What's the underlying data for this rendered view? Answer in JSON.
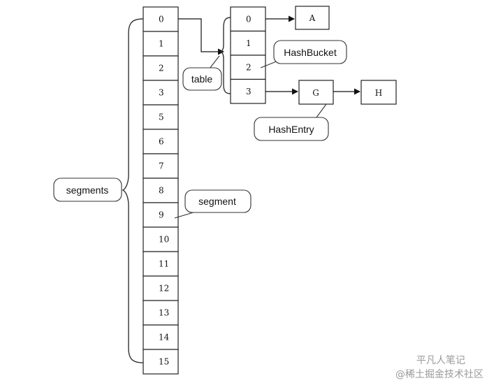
{
  "segments_array": {
    "cells": [
      "0",
      "1",
      "2",
      "3",
      "5",
      "6",
      "7",
      "8",
      "9",
      "10",
      "11",
      "12",
      "13",
      "14",
      "15"
    ]
  },
  "table_array": {
    "cells": [
      "0",
      "1",
      "2",
      "3"
    ]
  },
  "entries": {
    "a": "A",
    "g": "G",
    "h": "H"
  },
  "callouts": {
    "segments": "segments",
    "segment": "segment",
    "table": "table",
    "hashbucket": "HashBucket",
    "hashentry": "HashEntry"
  },
  "watermark": {
    "line1": "平凡人笔记",
    "line2": "@稀土掘金技术社区"
  },
  "colors": {
    "line": "#111111",
    "watermark": "#9a9a9a",
    "background": "#ffffff"
  }
}
